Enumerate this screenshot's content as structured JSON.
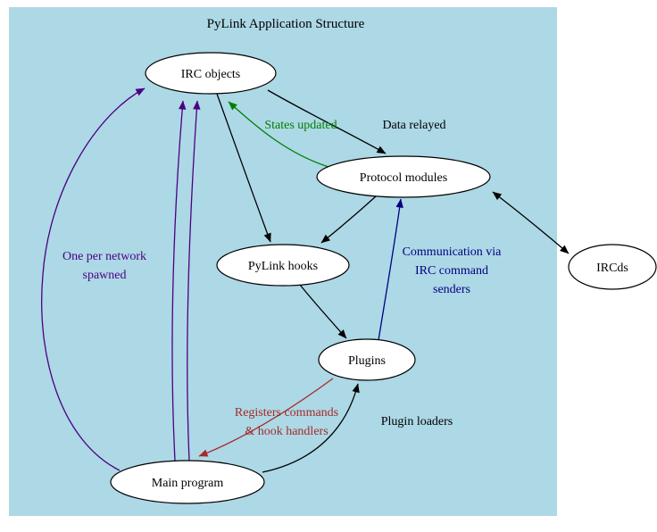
{
  "title": "PyLink Application Structure",
  "colors": {
    "canvas_background": "#add8e6",
    "node_fill": "#ffffff",
    "node_stroke": "#000000",
    "edge_default": "#000000",
    "edge_states_updated": "#008000",
    "edge_one_per_network": "#4b0082",
    "edge_communication": "#000080",
    "edge_registers": "#a52a2a"
  },
  "nodes": {
    "irc_objects": {
      "label": "IRC objects"
    },
    "protocol_modules": {
      "label": "Protocol modules"
    },
    "pylink_hooks": {
      "label": "PyLink hooks"
    },
    "plugins": {
      "label": "Plugins"
    },
    "main_program": {
      "label": "Main program"
    },
    "ircds": {
      "label": "IRCds"
    }
  },
  "edge_labels": {
    "states_updated": "States updated",
    "data_relayed": "Data relayed",
    "one_per_network": {
      "line1": "One per network",
      "line2": "spawned"
    },
    "communication": {
      "line1": "Communication via",
      "line2": "IRC command",
      "line3": "senders"
    },
    "registers": {
      "line1": "Registers commands",
      "line2": "& hook handlers"
    },
    "plugin_loaders": "Plugin loaders"
  }
}
